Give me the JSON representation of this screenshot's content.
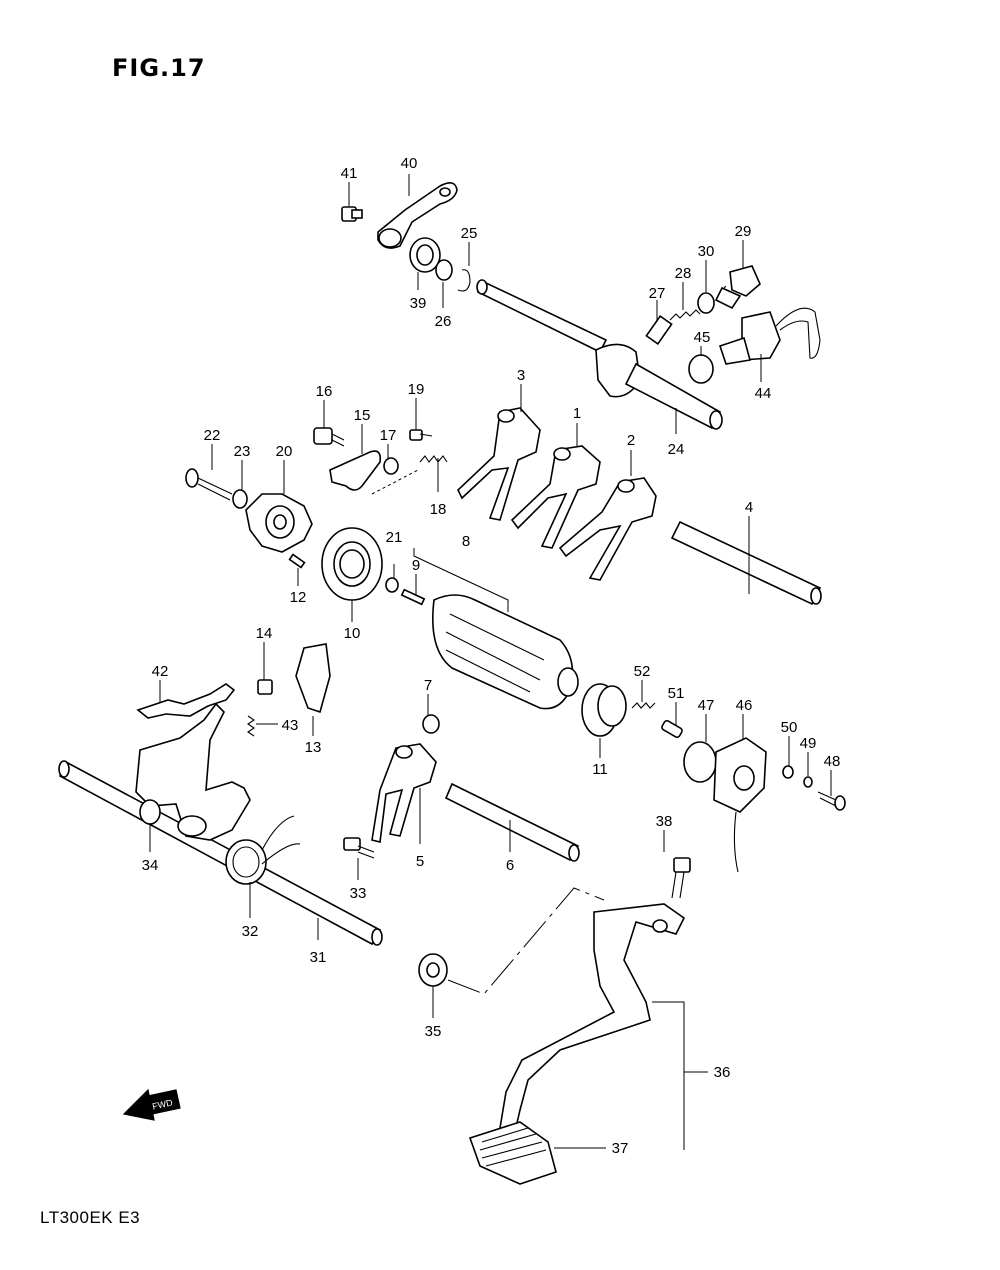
{
  "figure": {
    "title": "FIG.17",
    "model_code": "LT300EK  E3"
  },
  "fwd_label": "FWD",
  "parts": [
    {
      "no": "1"
    },
    {
      "no": "2"
    },
    {
      "no": "3"
    },
    {
      "no": "4"
    },
    {
      "no": "5"
    },
    {
      "no": "6"
    },
    {
      "no": "7"
    },
    {
      "no": "8"
    },
    {
      "no": "9"
    },
    {
      "no": "10"
    },
    {
      "no": "11"
    },
    {
      "no": "12"
    },
    {
      "no": "13"
    },
    {
      "no": "14"
    },
    {
      "no": "15"
    },
    {
      "no": "16"
    },
    {
      "no": "17"
    },
    {
      "no": "18"
    },
    {
      "no": "19"
    },
    {
      "no": "20"
    },
    {
      "no": "21"
    },
    {
      "no": "22"
    },
    {
      "no": "23"
    },
    {
      "no": "24"
    },
    {
      "no": "25"
    },
    {
      "no": "26"
    },
    {
      "no": "27"
    },
    {
      "no": "28"
    },
    {
      "no": "29"
    },
    {
      "no": "30"
    },
    {
      "no": "31"
    },
    {
      "no": "32"
    },
    {
      "no": "33"
    },
    {
      "no": "34"
    },
    {
      "no": "35"
    },
    {
      "no": "36"
    },
    {
      "no": "37"
    },
    {
      "no": "38"
    },
    {
      "no": "39"
    },
    {
      "no": "40"
    },
    {
      "no": "41"
    },
    {
      "no": "42"
    },
    {
      "no": "43"
    },
    {
      "no": "44"
    },
    {
      "no": "45"
    },
    {
      "no": "46"
    },
    {
      "no": "47"
    },
    {
      "no": "48"
    },
    {
      "no": "49"
    },
    {
      "no": "50"
    },
    {
      "no": "51"
    },
    {
      "no": "52"
    }
  ]
}
